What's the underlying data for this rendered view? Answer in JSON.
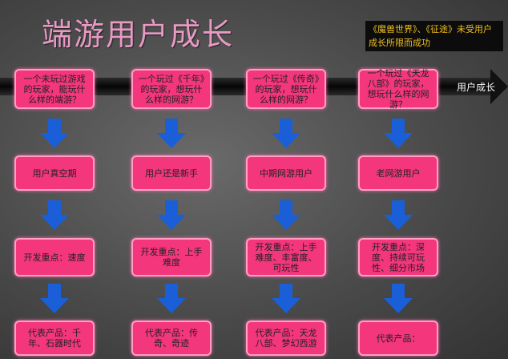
{
  "title": "端游用户成长",
  "callout": "《魔兽世界》、《征途》未受用户成长所限而成功",
  "timeline_label": "用户成长",
  "columns": [
    {
      "question": "一个未玩过游戏的玩家，能玩什么样的端游？",
      "stage": "用户真空期",
      "focus": "开发重点：速度",
      "product": "代表产品：千年、石器时代"
    },
    {
      "question": "一个玩过《千年》的玩家，想玩什么样的网游？",
      "stage": "用户还是新手",
      "focus": "开发重点：上手难度",
      "product": "代表产品：传奇、奇迹"
    },
    {
      "question": "一个玩过《传奇》的玩家，想玩什么样的网游？",
      "stage": "中期网游用户",
      "focus": "开发重点：上手难度、丰富度、可玩性",
      "product": "代表产品：天龙八部、梦幻西游"
    },
    {
      "question": "一个玩过《天龙八部》的玩家，想玩什么样的网游？",
      "stage": "老网游用户",
      "focus": "开发重点：深度、持续可玩性、细分市场",
      "product": "代表产品："
    }
  ],
  "colors": {
    "box_fill": "#f4367c",
    "box_border": "#ff9fc6",
    "arrow": "#1a5fd8",
    "title": "#e89ac4",
    "callout_text": "#f0c020"
  },
  "icons": {
    "flow_arrow": "down-arrow-icon",
    "timeline_arrow": "right-arrow-icon"
  }
}
